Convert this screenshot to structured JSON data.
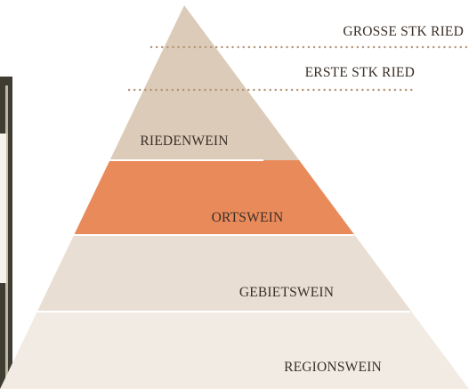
{
  "pyramid": {
    "levels": [
      {
        "label": "GROSSE STK RIED",
        "color": "#dbcbb8"
      },
      {
        "label": "ERSTE STK RIED",
        "color": "#dbcbb8"
      },
      {
        "label": "RIEDENWEIN",
        "color": "#dbcbb8"
      },
      {
        "label": "ORTSWEIN",
        "color": "#e98a5a"
      },
      {
        "label": "GEBIETSWEIN",
        "color": "#e9ded3"
      },
      {
        "label": "REGIONSWEIN",
        "color": "#f2ebe4"
      }
    ],
    "label_color": "#3b2f28",
    "dotted_line_color": "#b39476",
    "separator_color": "#ffffff"
  },
  "bottle": {
    "icon": "wine-bottle-icon",
    "glass_color": "#3f3d31",
    "highlight_color": "#ddd6c3",
    "label_color": "#f7f3ea"
  }
}
